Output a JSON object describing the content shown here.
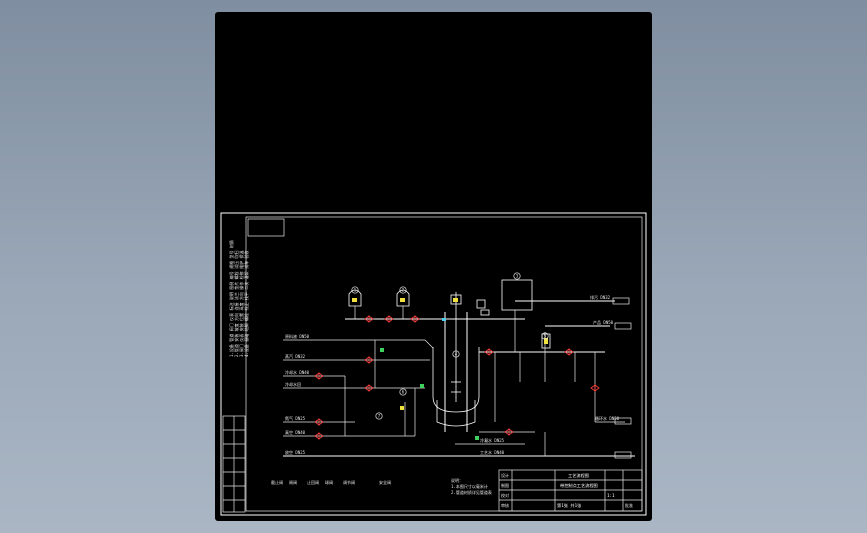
{
  "drawing": {
    "vertical_notes": [
      "1.设备 管道 阀门 仪表 标注 说明 图例 编号 规格 型号 材质",
      "2.管道 安装 坡度 方向 连接 法兰 垫片 螺栓 试压 吹扫",
      "3.阀门 仪表 安装 位置 高度 方向 操作 检修 维护 保温",
      "4.设备 基础 地脚 螺栓 找正 找平 二次 灌浆 试车 验收"
    ],
    "equipment_tags": [
      "1",
      "2",
      "3",
      "4",
      "5",
      "6",
      "7"
    ],
    "stream_labels": [
      "原料液 DN50",
      "蒸汽 DN32",
      "冷却水 DN40",
      "冷却水回",
      "氮气 DN25",
      "真空 DN40",
      "放空 DN25",
      "排污 DN32",
      "产品 DN50",
      "循环水 DN50",
      "冷凝水 DN25",
      "工艺水 DN40"
    ],
    "legend_items": [
      "截止阀",
      "闸阀",
      "止回阀",
      "球阀",
      "调节阀",
      "安全阀"
    ],
    "notes_bottom": [
      "说明：",
      "1.本图尺寸以毫米计",
      "2.管道材质详见管道表"
    ],
    "title_block": {
      "project": "工艺流程图",
      "drawing_name": "带控制点工艺流程图",
      "scale": "1:1",
      "sheet": "第1张 共1张",
      "roles": [
        "设计",
        "制图",
        "校对",
        "审核",
        "批准"
      ]
    }
  },
  "colors": {
    "background_top": "#7f8ea0",
    "sheet": "#000000",
    "line": "#e8e8e8",
    "valve_red": "#ff4040",
    "instrument_yellow": "#f0e040",
    "instrument_green": "#40d060"
  }
}
